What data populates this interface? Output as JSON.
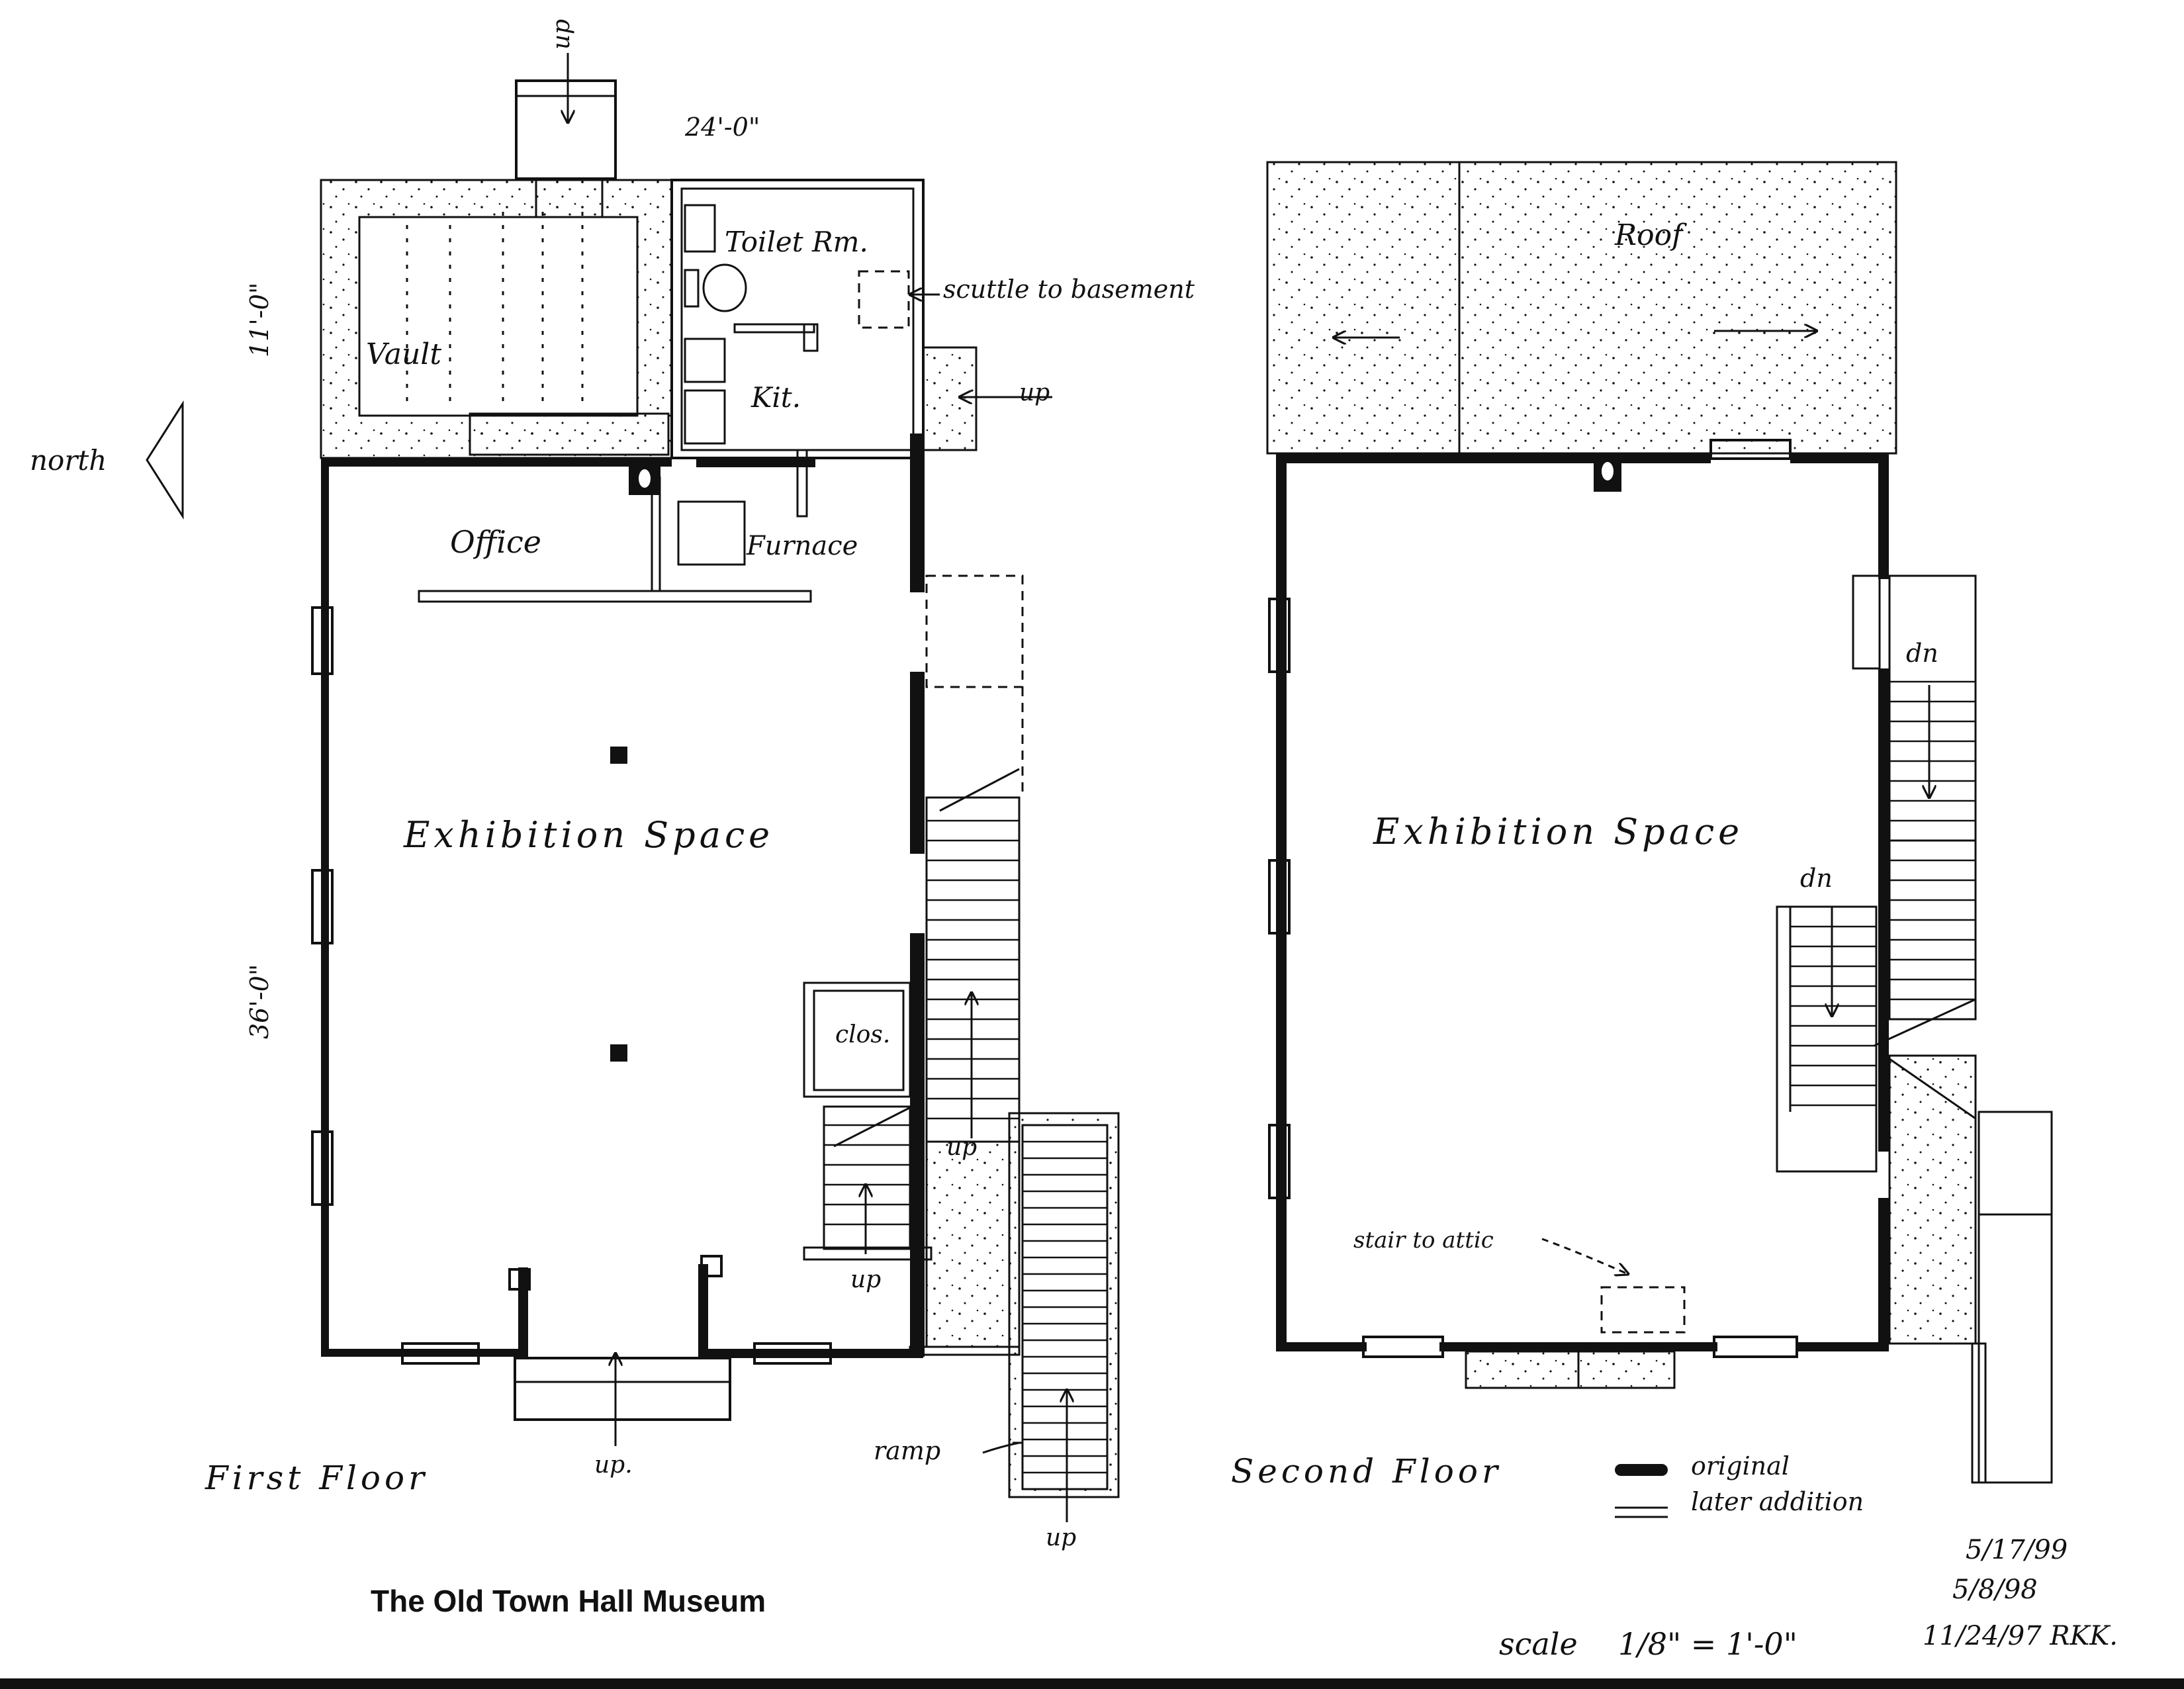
{
  "title": "The Old Town Hall Museum",
  "north_label": "north",
  "first_floor": {
    "label": "First Floor",
    "dimension_width": "24'-0\"",
    "dimension_rear_depth": "11'-0\"",
    "dimension_main_depth": "36'-0\"",
    "rooms": {
      "vault": "Vault",
      "toilet": "Toilet Rm.",
      "kitchen": "Kit.",
      "office": "Office",
      "furnace": "Furnace",
      "exhibition": "Exhibition Space",
      "closet": "clos."
    },
    "notes": {
      "scuttle": "scuttle to basement",
      "ramp": "ramp"
    },
    "stair_labels": {
      "top_up": "up",
      "kitchen_up": "up",
      "front_up": "up.",
      "closet_stair_up": "up",
      "main_stair_up": "up",
      "ramp_up": "up"
    }
  },
  "second_floor": {
    "label": "Second Floor",
    "rooms": {
      "roof": "Roof",
      "exhibition": "Exhibition Space"
    },
    "notes": {
      "attic": "stair to attic"
    },
    "stair_labels": {
      "dn_1": "dn",
      "dn_2": "dn"
    }
  },
  "legend": {
    "original": "original",
    "later_addition": "later addition"
  },
  "scale": {
    "label": "scale",
    "value": "1/8\" = 1'-0\""
  },
  "dates": [
    "5/17/99",
    "5/8/98",
    "11/24/97 RKK."
  ]
}
